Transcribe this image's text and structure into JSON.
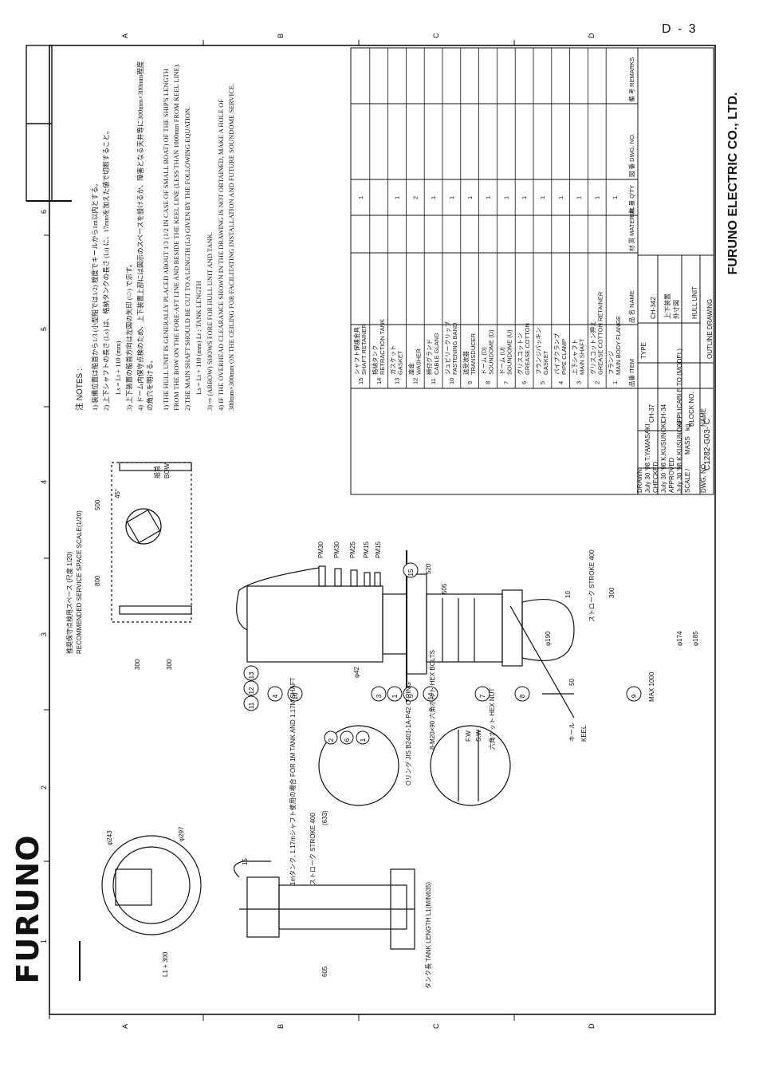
{
  "page_code": "D - 3",
  "company": "FURUNO ELECTRIC CO., LTD.",
  "logo": "FURUNO",
  "title_block": {
    "drawing_title": "OUTLINE DRAWING",
    "name": "HULL UNIT",
    "name_jp": "外寸図",
    "type_label": "TYPE",
    "type_value": "CH-342",
    "model_jp": "上下装置",
    "appl_label": "APPLICABLE TO;(MODEL)",
    "appl_value1": "CH-37",
    "appl_value2": "CH-34",
    "block_label": "BLOCK NO.",
    "name_label": "NAME",
    "drawn_label": "DRAWN",
    "drawn_value": "July 30 '98 T.YAMASAKI",
    "checked_label": "CHECKED",
    "checked_value": "July 30 '98 K.KUSUNOKI",
    "approved_label": "APPROVED",
    "approved_value": "July 30 '98 K.KUSUNOKI",
    "scale_label": "SCALE",
    "scale_value": "/",
    "mass_label": "MASS",
    "mass_unit": "kg",
    "dwg_label": "DWG. NO.",
    "dwg_value": "C1282-G03- C"
  },
  "parts_header": {
    "item": "品番 ITEM",
    "name": "品 名 NAME",
    "material": "材 質 MATERIAL",
    "qty": "数 量 Q'TY",
    "dwg": "図 番 DWG. NO.",
    "remarks": "備 考 REMARKS"
  },
  "parts": [
    {
      "item": "15",
      "jp": "シャフト保護金具",
      "en": "SHAFT RETAINER",
      "qty": "1"
    },
    {
      "item": "14",
      "jp": "格納タンク",
      "en": "RETRACTION TANK",
      "qty": ""
    },
    {
      "item": "13",
      "jp": "ガスケット",
      "en": "GASKET",
      "qty": "1"
    },
    {
      "item": "12",
      "jp": "座金",
      "en": "WASHER",
      "qty": "2"
    },
    {
      "item": "11",
      "jp": "締付グランド",
      "en": "CABLE GLAND",
      "qty": "1"
    },
    {
      "item": "10",
      "jp": "ジュビリークリップ",
      "en": "FASTENING BAND",
      "qty": "1"
    },
    {
      "item": "9",
      "jp": "送受波器",
      "en": "TRANSDUCER",
      "qty": "1"
    },
    {
      "item": "8",
      "jp": "ドーム (D)",
      "en": "SOUNDOME (D)",
      "qty": "1"
    },
    {
      "item": "7",
      "jp": "ドーム (U)",
      "en": "SOUNDOME (U)",
      "qty": "1"
    },
    {
      "item": "6",
      "jp": "グリスコットン",
      "en": "GREASE COTTON",
      "qty": "1"
    },
    {
      "item": "5",
      "jp": "フランジパッキン",
      "en": "GASKET",
      "qty": "1"
    },
    {
      "item": "4",
      "jp": "パイプクランプ",
      "en": "PIPE CLAMP",
      "qty": "1"
    },
    {
      "item": "3",
      "jp": "上下シャフト",
      "en": "MAIN SHAFT",
      "qty": "1"
    },
    {
      "item": "2",
      "jp": "グリスコットン押え",
      "en": "GREASE COTTON RETAINER",
      "qty": "1"
    },
    {
      "item": "1",
      "jp": "フランジ",
      "en": "MAIN BODY FLANGE",
      "qty": "1"
    }
  ],
  "notes": {
    "title_jp": "注",
    "title": "NOTES :",
    "jp": [
      "1) 装備位置は船首から1/3 (小型船では1/2) 程度でキールから1m以内とする。",
      "2) 上下シャフトの長さ (Ls) は、格納タンクの長さ (Lt) に、17mmを加えた値で切断すること。",
      "Ls = Lt + 110 (mm)",
      "3) 上下装置の船首方向は左図の矢印 (⇨) で示す。",
      "4) ドーム内保守点検のため、上下装置上部には図示のスペースを設けるか、障害となる天井等に300mm×300mm程度の角穴を明ける。"
    ],
    "en": [
      "1) THE HULL UNIT IS GENERALLY PLACED ABOUT 1/3 (1/2 IN CASE OF SMALL BOAT) OF THE SHIP'S LENGTH FROM THE BOW ON THE FORE-AFT LINE AND BESIDE THE KEEL LINE (LESS THAN 1000mm FROM KEEL LINE).",
      "2) THE MAIN SHAFT SHOULD BE CUT TO A LENGTH (Ls) GIVEN BY THE FOLLOWING EQUATION.",
      "Ls = Lt + 110 (mm)        Lt : TANK LENGTH",
      "3) ⇨ (ARROW) SHOWS FORE FOR HULL UNIT AND TANK.",
      "4) IF THE OVERHEAD CLEARANCE SHOWN IN THE DRAWING IS NOT OBTAINED, MAKE A HOLE OF 300mm×300mm ON THE CEILING FOR FACILITATING INSTALLATION AND FUTURE SOUNDOME SERVICE."
    ]
  },
  "service_space": {
    "title_jp": "推奨保守点検用スペース (尺度 1/20)",
    "title": "RECOMMENDED SERVICE SPACE SCALE(1/20)",
    "dim_800": "800",
    "dim_500": "500",
    "dim_300a": "300",
    "dim_300b": "300",
    "angle": "45°",
    "bow_jp": "船首",
    "bow": "BOW"
  },
  "dimensions": {
    "pm1": "PM30",
    "pm2": "PM30",
    "pm3": "PM25",
    "pm4": "PM15",
    "pm5": "PM15",
    "d520": "520",
    "d505": "505",
    "d10": "10",
    "stroke_top": "ストローク STROKE 400",
    "d300": "300",
    "phi42": "φ42",
    "phi190": "φ190",
    "phi174": "φ174",
    "phi185": "φ185",
    "d50": "50",
    "max1000": "MAX 1000",
    "keel_jp": "キール",
    "keel": "KEEL",
    "l1_300": "L1 + 300",
    "d605": "605",
    "tank_len": "タンク長 TANK LENGTH  L1(MIN635)",
    "d633": "(633)",
    "d15": "15",
    "stroke_bot": "ストローク STROKE 400",
    "note_1m": "1mタンク, 1.17mシャフト使用の場合 FOR 1M TANK AND 1.17M SHAFT",
    "phi243": "φ243",
    "phi297": "φ297",
    "oring": "Oリング JIS B2401-1A-P42 O-RING",
    "bolts": "8-M20×90 六角ボルト HEX BOLTS",
    "fw": "F.W",
    "sw": "S.W",
    "hexnut": "六角ナット HEX NUT"
  },
  "callouts": [
    "11",
    "12",
    "13",
    "4",
    "10",
    "3",
    "1",
    "5",
    "14",
    "7",
    "8",
    "9",
    "15",
    "2",
    "6",
    "1"
  ],
  "grid_numbers": [
    "6",
    "5",
    "4",
    "3",
    "2",
    "1"
  ],
  "grid_letters": [
    "A",
    "B",
    "C",
    "D"
  ]
}
